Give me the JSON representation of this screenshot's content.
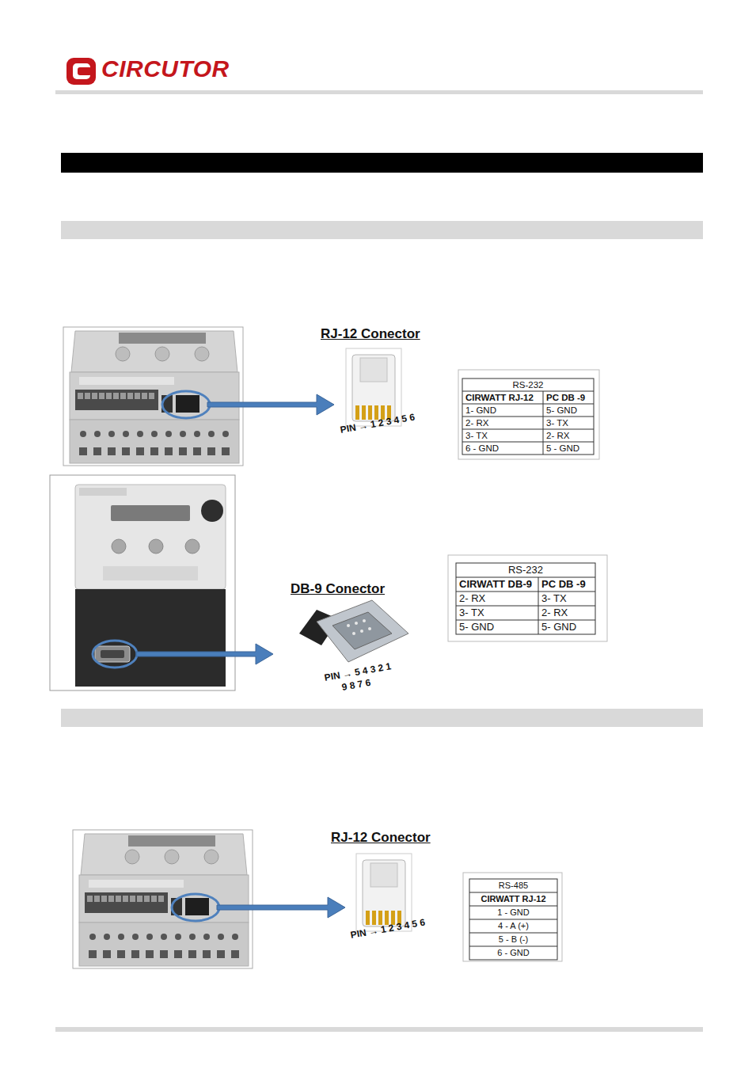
{
  "diagram": {
    "labels": [
      "CIRCUTOR",
      "RJ-12 Conector",
      "PIN → 1 2 3 4 5 6",
      "RS-232",
      "CIRWATT RJ-12",
      "PC DB -9",
      "1- GND",
      "5- GND",
      "2- RX",
      "3- TX",
      "3- TX",
      "2- RX",
      "6 - GND",
      "5 - GND",
      "DB-9 Conector",
      "PIN → 5 4 3 2 1",
      "9 8 7 6",
      "RS-232",
      "CIRWATT DB-9",
      "PC DB -9",
      "2- RX",
      "3- TX",
      "3- TX",
      "2- RX",
      "5- GND",
      "5- GND",
      "RJ-12 Conector",
      "PIN → 1 2 3 4 5 6",
      "RS-485",
      "CIRWATT RJ-12",
      "1 - GND",
      "4 - A (+)",
      "5 - B (-)",
      "6 - GND"
    ]
  }
}
